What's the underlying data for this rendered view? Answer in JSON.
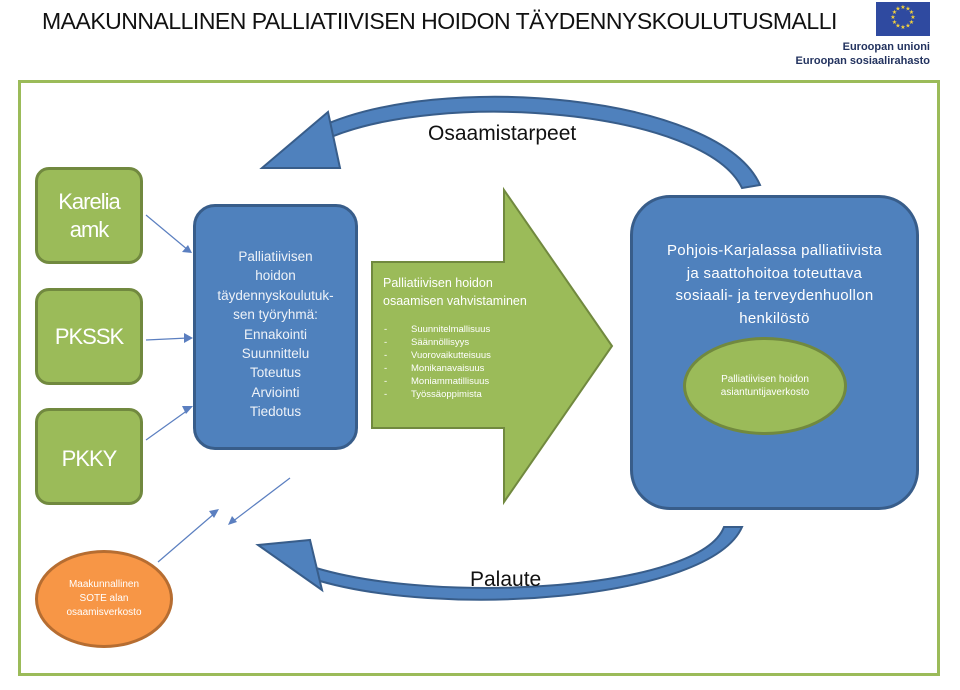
{
  "header": {
    "title": "MAAKUNNALLINEN PALLIATIIVISEN HOIDON TÄYDENNYSKOULUTUSMALLI",
    "eu_line1": "Euroopan unioni",
    "eu_line2": "Euroopan sosiaalirahasto"
  },
  "diagram": {
    "top_label": "Osaamistarpeet",
    "bottom_label": "Palaute",
    "organizations": [
      "Karelia amk",
      "PKSSK",
      "PKKY"
    ],
    "network_label": "Maakunnallinen SOTE alan osaamisverkosto",
    "working_group": [
      "Palliatiivisen",
      "hoidon",
      "täydennyskoulutuk-",
      "sen työryhmä:",
      "Ennakointi",
      "Suunnittelu",
      "Toteutus",
      "Arviointi",
      "Tiedotus"
    ],
    "arrow": {
      "heading_line1": "Palliatiivisen hoidon",
      "heading_line2": "osaamisen vahvistaminen",
      "items": [
        "Suunnitelmallisuus",
        "Säännöllisyys",
        "Vuorovaikutteisuus",
        "Monikanavaisuus",
        "Moniammatillisuus",
        "Työssäoppimista"
      ]
    },
    "target": {
      "lines": [
        "Pohjois-Karjalassa palliatiivista",
        "ja saattohoitoa toteuttava",
        "sosiaali- ja terveydenhuollon",
        "henkilöstö"
      ],
      "network_line1": "Palliatiivisen hoidon",
      "network_line2": "asiantuntijaverkosto"
    }
  },
  "colors": {
    "green": "#9bbb59",
    "blue": "#4f81bd",
    "orange": "#f79646",
    "frame": "#9bbb59"
  }
}
